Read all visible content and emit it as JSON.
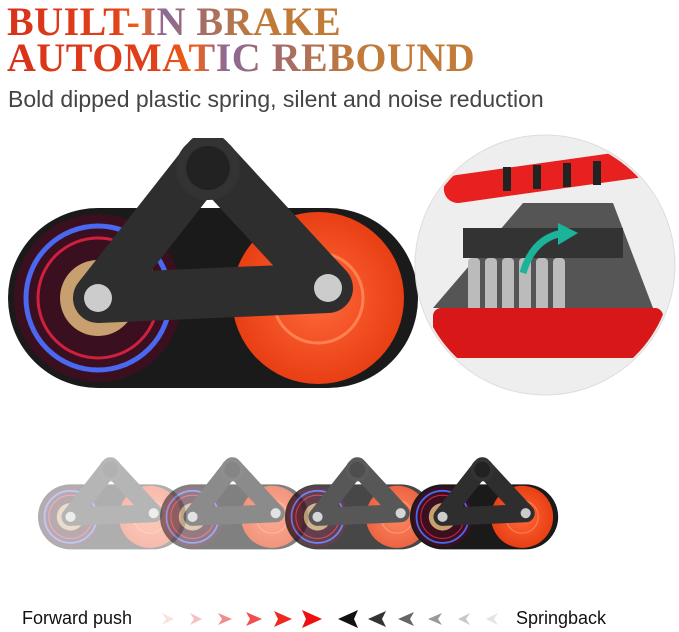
{
  "header": {
    "title_line1": "BUILT-IN BRAKE",
    "title_line2": "AUTOMATIC REBOUND",
    "subtitle": "Bold dipped plastic spring, silent and noise reduction"
  },
  "footer": {
    "forward_label": "Forward push",
    "springback_label": "Springback"
  },
  "colors": {
    "accent_red": "#ee2a10",
    "wheel_orange": "#f04a1e",
    "handle": "#2a2a2a",
    "led_blue": "#3a5ae8"
  }
}
